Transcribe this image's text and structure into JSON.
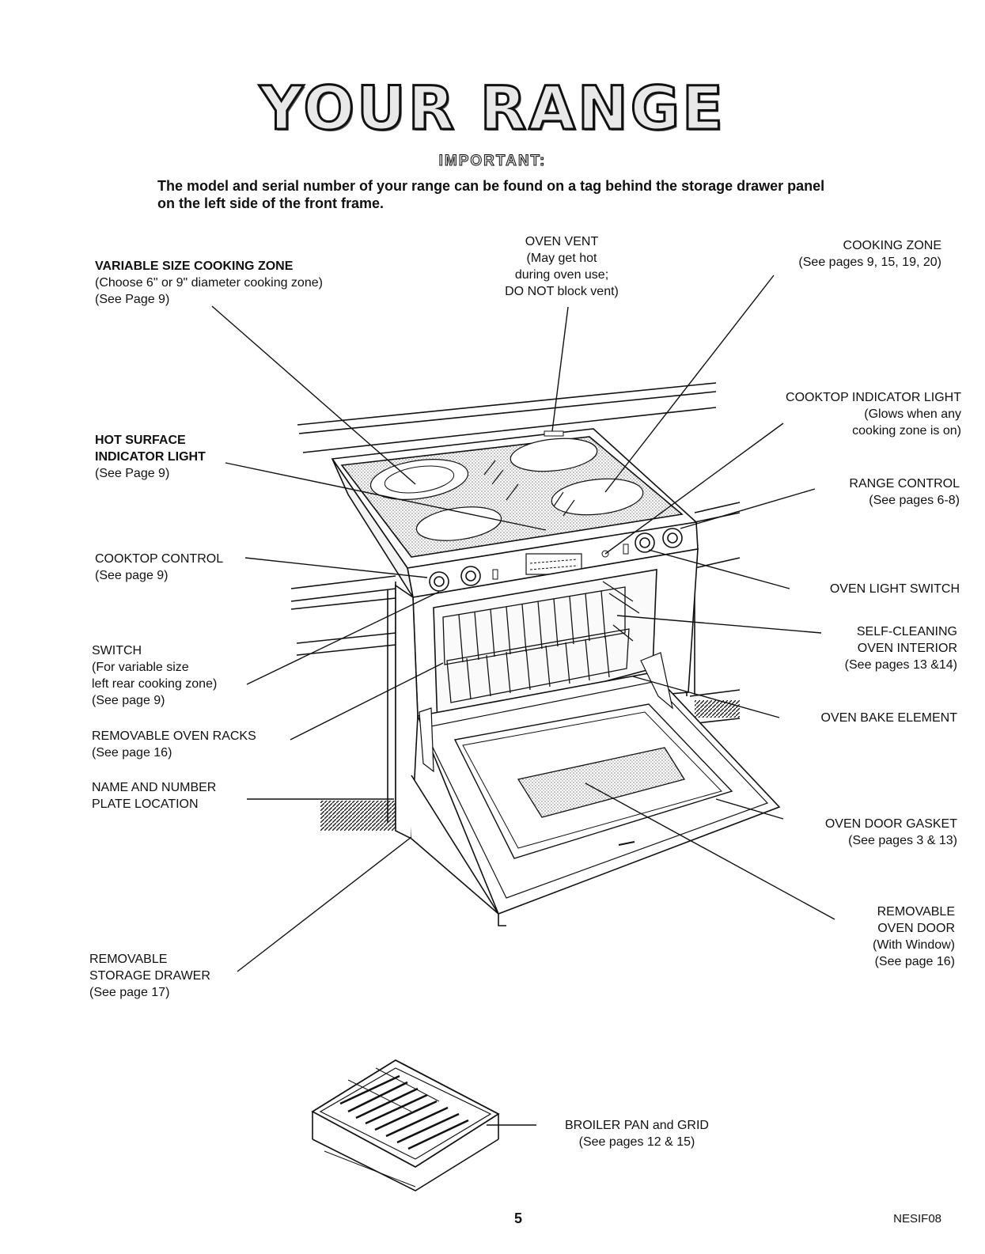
{
  "heading": {
    "title": "YOUR RANGE",
    "important": "IMPORTANT:",
    "intro_line1": "The model and serial number of your range can be found on a tag behind the storage drawer panel",
    "intro_line2": "on the left side of the front frame."
  },
  "labels": {
    "variable_zone": {
      "l1": "VARIABLE SIZE COOKING ZONE",
      "l2": "(Choose 6\" or 9\" diameter cooking zone)",
      "l3": "(See Page 9)"
    },
    "oven_vent": {
      "l1": "OVEN VENT",
      "l2": "(May get hot",
      "l3": "during oven use;",
      "l4": "DO NOT block vent)"
    },
    "cooking_zone": {
      "l1": "COOKING ZONE",
      "l2": "(See pages 9, 15, 19, 20)"
    },
    "cooktop_indicator": {
      "l1": "COOKTOP INDICATOR LIGHT",
      "l2": "(Glows when any",
      "l3": "cooking zone is on)"
    },
    "hot_surface": {
      "l1": "HOT SURFACE",
      "l2": "INDICATOR LIGHT",
      "l3": "(See Page 9)"
    },
    "range_control": {
      "l1": "RANGE CONTROL",
      "l2": "(See pages 6-8)"
    },
    "cooktop_control": {
      "l1": "COOKTOP CONTROL",
      "l2": "(See page 9)"
    },
    "oven_light_switch": {
      "l1": "OVEN LIGHT  SWITCH"
    },
    "self_cleaning": {
      "l1": "SELF-CLEANING",
      "l2": "OVEN INTERIOR",
      "l3": "(See pages 13 &14)"
    },
    "switch": {
      "l1": "SWITCH",
      "l2": "(For variable size",
      "l3": "left rear cooking zone)",
      "l4": "(See page 9)"
    },
    "oven_bake": {
      "l1": "OVEN BAKE ELEMENT"
    },
    "oven_racks": {
      "l1": "REMOVABLE OVEN RACKS",
      "l2": "(See page 16)"
    },
    "name_plate": {
      "l1": "NAME AND NUMBER",
      "l2": "PLATE LOCATION"
    },
    "door_gasket": {
      "l1": "OVEN DOOR GASKET",
      "l2": "(See pages 3 & 13)"
    },
    "oven_door": {
      "l1": "REMOVABLE",
      "l2": "OVEN DOOR",
      "l3": "(With Window)",
      "l4": "(See page 16)"
    },
    "storage_drawer": {
      "l1": "REMOVABLE",
      "l2": "STORAGE DRAWER",
      "l3": "(See page 17)"
    },
    "broiler": {
      "l1": "BROILER PAN and GRID",
      "l2": "(See pages 12 & 15)"
    }
  },
  "footer": {
    "page_number": "5",
    "code": "NESIF08"
  }
}
